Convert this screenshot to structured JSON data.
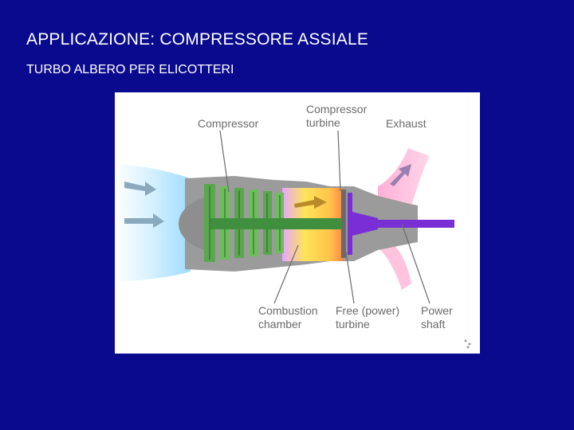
{
  "slide": {
    "title": "APPLICAZIONE: COMPRESSORE ASSIALE",
    "subtitle": "TURBO ALBERO PER ELICOTTERI"
  },
  "diagram": {
    "labels": {
      "compressor": "Compressor",
      "compressor_turbine_line1": "Compressor",
      "compressor_turbine_line2": "turbine",
      "exhaust": "Exhaust",
      "combustion_line1": "Combustion",
      "combustion_line2": "chamber",
      "free_turbine_line1": "Free (power)",
      "free_turbine_line2": "turbine",
      "power_shaft_line1": "Power",
      "power_shaft_line2": "shaft"
    }
  },
  "colors": {
    "background": "#0a0a8e",
    "intake_air": "#9fdcff",
    "compressor": "#5aa84e",
    "combustion": "#ffd23c",
    "exhaust": "#ff9ac6",
    "shaft": "#7a2fd6",
    "labels": "#6b6b6b"
  }
}
